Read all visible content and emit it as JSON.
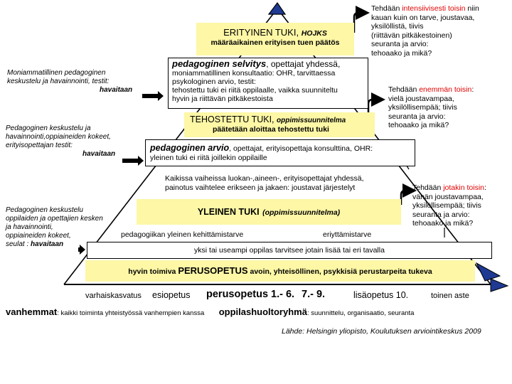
{
  "top_box": {
    "title": "ERITYINEN TUKI,",
    "title_tag": "HOJKS",
    "subtitle": "määräaikainen erityisen tuen päätös"
  },
  "right_note_1": {
    "prefix": "Tehdään ",
    "highlight": "intensiivisesti toisin",
    "suffix": " niin",
    "lines": [
      "kauan kuin  on tarve, joustavaa,",
      "yksilöllistä, tiivis",
      "(riittävän pitkäkestoinen)",
      "seuranta ja arvio:",
      "tehoaako ja mikä?"
    ]
  },
  "selvitys_box": {
    "heading": "pedagoginen selvitys",
    "heading_suffix": ", opettajat yhdessä,",
    "lines": [
      "moniammatillinen konsultaatio: OHR, tarvittaessa",
      "psykologinen arvio, testit:",
      "tehostettu tuki ei riitä oppilaalle, vaikka suunniteltu",
      "hyvin ja riittävän pitkäkestoista"
    ]
  },
  "left_note_1": {
    "lines": [
      "Moniammatillinen pedagoginen",
      "keskustelu ja havainnointi, testit:"
    ],
    "tag": "havaitaan"
  },
  "right_note_2": {
    "prefix": "Tehdään ",
    "highlight": "enemmän toisin",
    "suffix": ":",
    "lines": [
      "vielä joustavampaa,",
      "yksilöllisempää; tiivis",
      "seuranta  ja arvio:",
      "tehoaako ja mikä?"
    ]
  },
  "tehostettu_box": {
    "title": "TEHOSTETTU TUKI,",
    "title_tag": "oppimissuunnitelma",
    "subtitle": "päätetään aloittaa tehostettu tuki"
  },
  "left_note_2": {
    "lines": [
      "Pedagoginen  keskustelu ja",
      "havainnointi,oppiaineiden kokeet,",
      "erityisopettajan testit:"
    ],
    "tag": "havaitaan"
  },
  "arvio_box": {
    "heading": "pedagoginen arvio",
    "heading_suffix": ", opettajat, erityisopettaja konsulttina, OHR:",
    "line2": "yleinen tuki ei riitä joillekin  oppilaille"
  },
  "middle_note": {
    "lines": [
      "Kaikissa vaiheissa luokan-,aineen-, erityisopettajat yhdessä,",
      "painotus vaihtelee erikseen ja jakaen: joustavat järjestelyt"
    ]
  },
  "right_note_3": {
    "prefix": "Tehdään ",
    "highlight": "jotakin toisin",
    "suffix": ":",
    "lines": [
      "vähän joustavampaa,",
      "yksilöllisempää; tiivis",
      "seuranta ja arvio:",
      "tehoaako ja mikä?"
    ]
  },
  "yleinen_box": {
    "title": "YLEINEN TUKI",
    "title_tag": "(oppimissuunnitelma)"
  },
  "left_note_3": {
    "lines": [
      "Pedagoginen  keskustelu",
      "oppilaiden ja opettajien kesken",
      "ja havainnointi,",
      "oppiaineiden kokeet,"
    ],
    "last_prefix": "seulat :  ",
    "tag": "havaitaan"
  },
  "needs_labels": {
    "left": "pedagogiikan  yleinen kehittämistarve",
    "right": "eriyttämistarve"
  },
  "student_box": {
    "text": "yksi tai useampi oppilas tarvitsee jotain lisää tai eri tavalla"
  },
  "base_box": {
    "prefix": "hyvin toimiva ",
    "emph": "PERUSOPETUS",
    "suffix": " avoin, yhteisöllinen, psykkisiä perustarpeita tukeva"
  },
  "timeline": {
    "items": [
      "varhaiskasvatus",
      "esiopetus",
      "perusopetus 1.- 6.",
      "7.- 9.",
      "lisäopetus 10.",
      "toinen aste"
    ]
  },
  "bottom_row": {
    "vanhemmat": "vanhemmat",
    "vanhemmat_text": ": kaikki toiminta yhteistyössä  vanhempien kanssa",
    "oppilashuolto": "oppilashuoltoryhmä",
    "oppilashuolto_text": ": suunnittelu, organisaatio, seuranta"
  },
  "source": "Lähde: Helsingin yliopisto, Koulutuksen arviointikeskus 2009",
  "colors": {
    "box_fill": "#fdf7a6",
    "highlight": "#e00000",
    "arrow": "#1f3a93",
    "line": "#000000"
  }
}
